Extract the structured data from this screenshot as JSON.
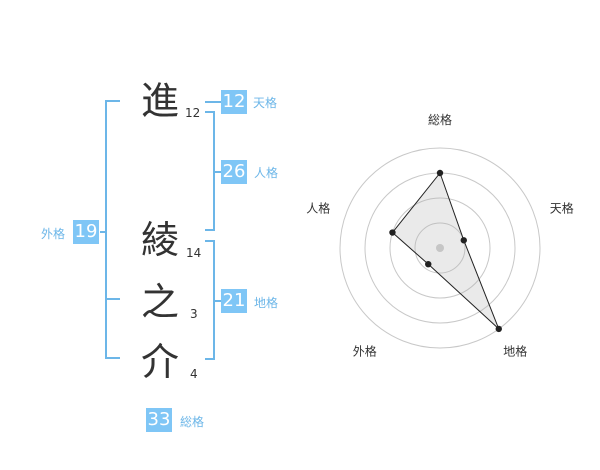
{
  "name": {
    "characters": [
      {
        "char": "進",
        "strokes": "12"
      },
      {
        "char": "綾",
        "strokes": "14"
      },
      {
        "char": "之",
        "strokes": "3"
      },
      {
        "char": "介",
        "strokes": "4"
      }
    ]
  },
  "fortune": {
    "tenkaku": {
      "value": "12",
      "label": "天格"
    },
    "jinkaku": {
      "value": "26",
      "label": "人格"
    },
    "chikaku": {
      "value": "21",
      "label": "地格"
    },
    "gaikaku": {
      "value": "19",
      "label": "外格"
    },
    "soukaku": {
      "value": "33",
      "label": "総格"
    }
  },
  "colors": {
    "accent_line": "#6cb6e8",
    "badge_bg": "#7fc6f6",
    "text_dark": "#333333"
  },
  "chart_data": {
    "type": "radar",
    "axes": [
      "総格",
      "天格",
      "地格",
      "外格",
      "人格"
    ],
    "values": [
      0.75,
      0.25,
      1.0,
      0.2,
      0.5
    ],
    "range": [
      0,
      1
    ],
    "grid": true
  }
}
